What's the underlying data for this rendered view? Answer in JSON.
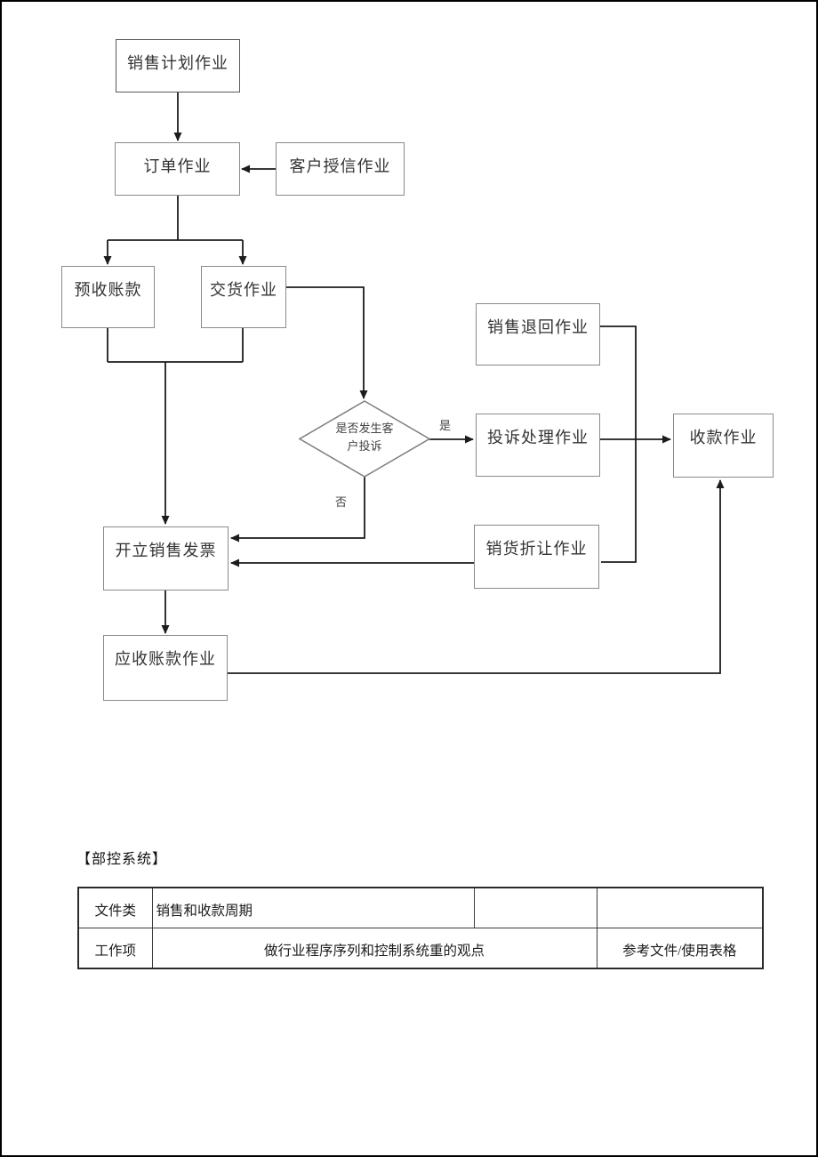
{
  "flowchart": {
    "nodes": {
      "sales_plan": "销售计划作业",
      "order": "订单作业",
      "customer_credit": "客户授信作业",
      "advance_receipt": "预收账款",
      "delivery": "交货作业",
      "sales_return": "销售退回作业",
      "complaint_handling": "投诉处理作业",
      "collection": "收款作业",
      "sales_allowance": "销货折让作业",
      "issue_invoice": "开立销售发票",
      "accounts_receivable": "应收账款作业"
    },
    "decision": {
      "label_line1": "是否发生客",
      "label_line2": "户投诉",
      "yes_label": "是",
      "no_label": "否"
    }
  },
  "section": {
    "heading": "【部控系统】"
  },
  "table": {
    "row1": {
      "c1": "文件类",
      "c2": "销售和收款周期",
      "c3": "",
      "c4": ""
    },
    "row2": {
      "c1": "工作项",
      "c2": "做行业程序序列和控制系统重的观点",
      "c3": "参考文件/使用表格"
    }
  },
  "colors": {
    "page_border": "#000000",
    "box_border": "#8a8a8a",
    "line": "#1c1c1c",
    "table_border": "#2e2e2e",
    "text": "#222222"
  }
}
